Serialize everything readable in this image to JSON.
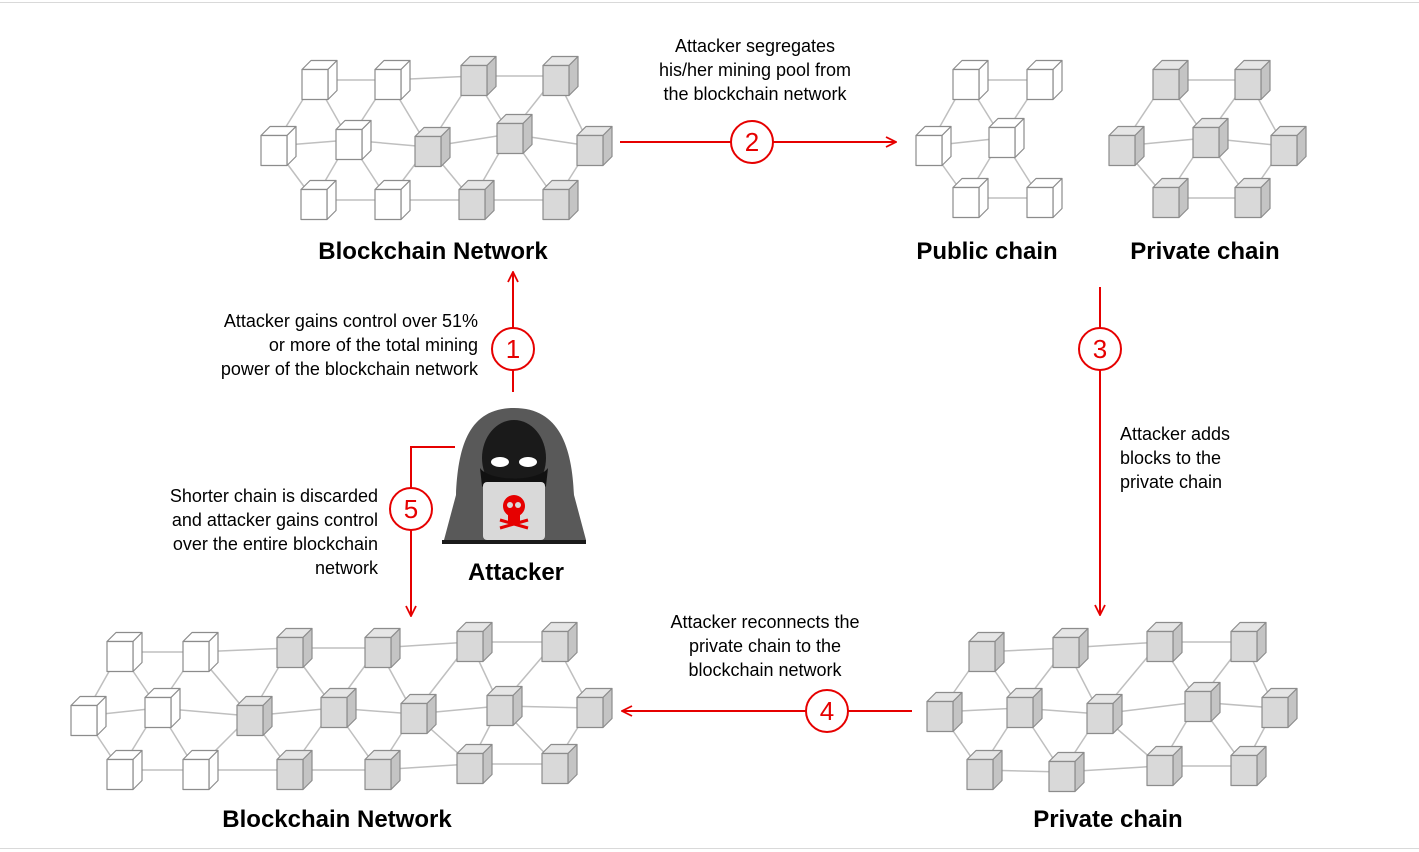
{
  "labels": {
    "network_top": "Blockchain Network",
    "public_chain": "Public chain",
    "private_chain_top": "Private chain",
    "attacker": "Attacker",
    "network_bottom": "Blockchain Network",
    "private_chain_bottom": "Private chain"
  },
  "steps": [
    {
      "number": "1",
      "text": "Attacker gains control over 51%\nor more of the total mining\npower of the blockchain network"
    },
    {
      "number": "2",
      "text": "Attacker segregates\nhis/her mining pool from\nthe blockchain network"
    },
    {
      "number": "3",
      "text": "Attacker adds\nblocks to the\nprivate chain"
    },
    {
      "number": "4",
      "text": "Attacker reconnects the\nprivate chain to the\nblockchain network"
    },
    {
      "number": "5",
      "text": "Shorter chain is discarded\nand attacker gains control\nover the entire blockchain\nnetwork"
    }
  ],
  "colors": {
    "arrow": "#e60000",
    "white_block": "#ffffff",
    "gray_block": "#d9d9d9",
    "edge": "#bfbfbf",
    "hood": "#595959"
  },
  "icons": {
    "attacker": "hooded-hacker-icon"
  }
}
